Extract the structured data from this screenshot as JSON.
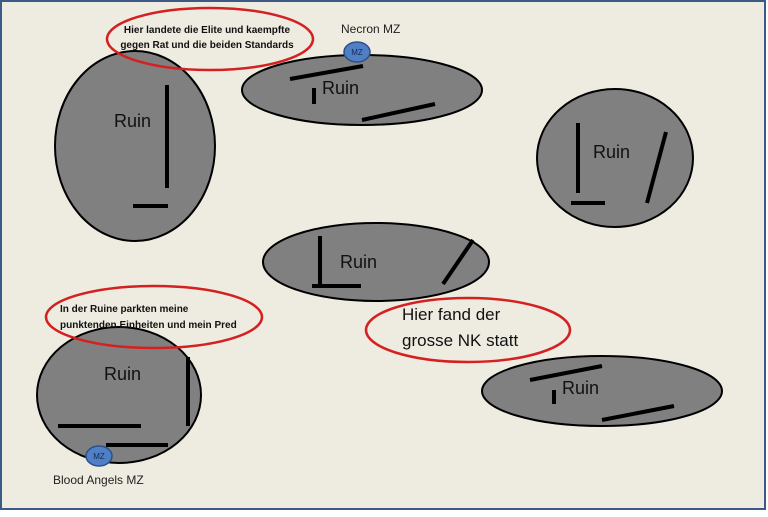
{
  "ruins": [
    {
      "label": "Ruin"
    },
    {
      "label": "Ruin"
    },
    {
      "label": "Ruin"
    },
    {
      "label": "Ruin"
    },
    {
      "label": "Ruin"
    },
    {
      "label": "Ruin"
    }
  ],
  "annotations": {
    "elite_landing": {
      "line1": "Hier landete die Elite und kaempfte",
      "line2": "gegen Rat und die beiden Standards"
    },
    "ruin_parking": {
      "line1": "In der Ruine parkten meine",
      "line2": "punktenden Einheiten und mein Pred"
    },
    "close_combat": {
      "line1": "Hier fand der",
      "line2": "grosse NK statt"
    }
  },
  "markers": {
    "necron": {
      "badge": "MZ",
      "label": "Necron MZ"
    },
    "blood_angels": {
      "badge": "MZ",
      "label": "Blood Angels MZ"
    }
  },
  "colors": {
    "board": "#eeebe1",
    "border": "#3b5a86",
    "ruin_fill": "#808080",
    "wall": "#000000",
    "callout": "#d42020",
    "marker_fill": "#4f7fc4",
    "marker_stroke": "#2c4f86"
  }
}
